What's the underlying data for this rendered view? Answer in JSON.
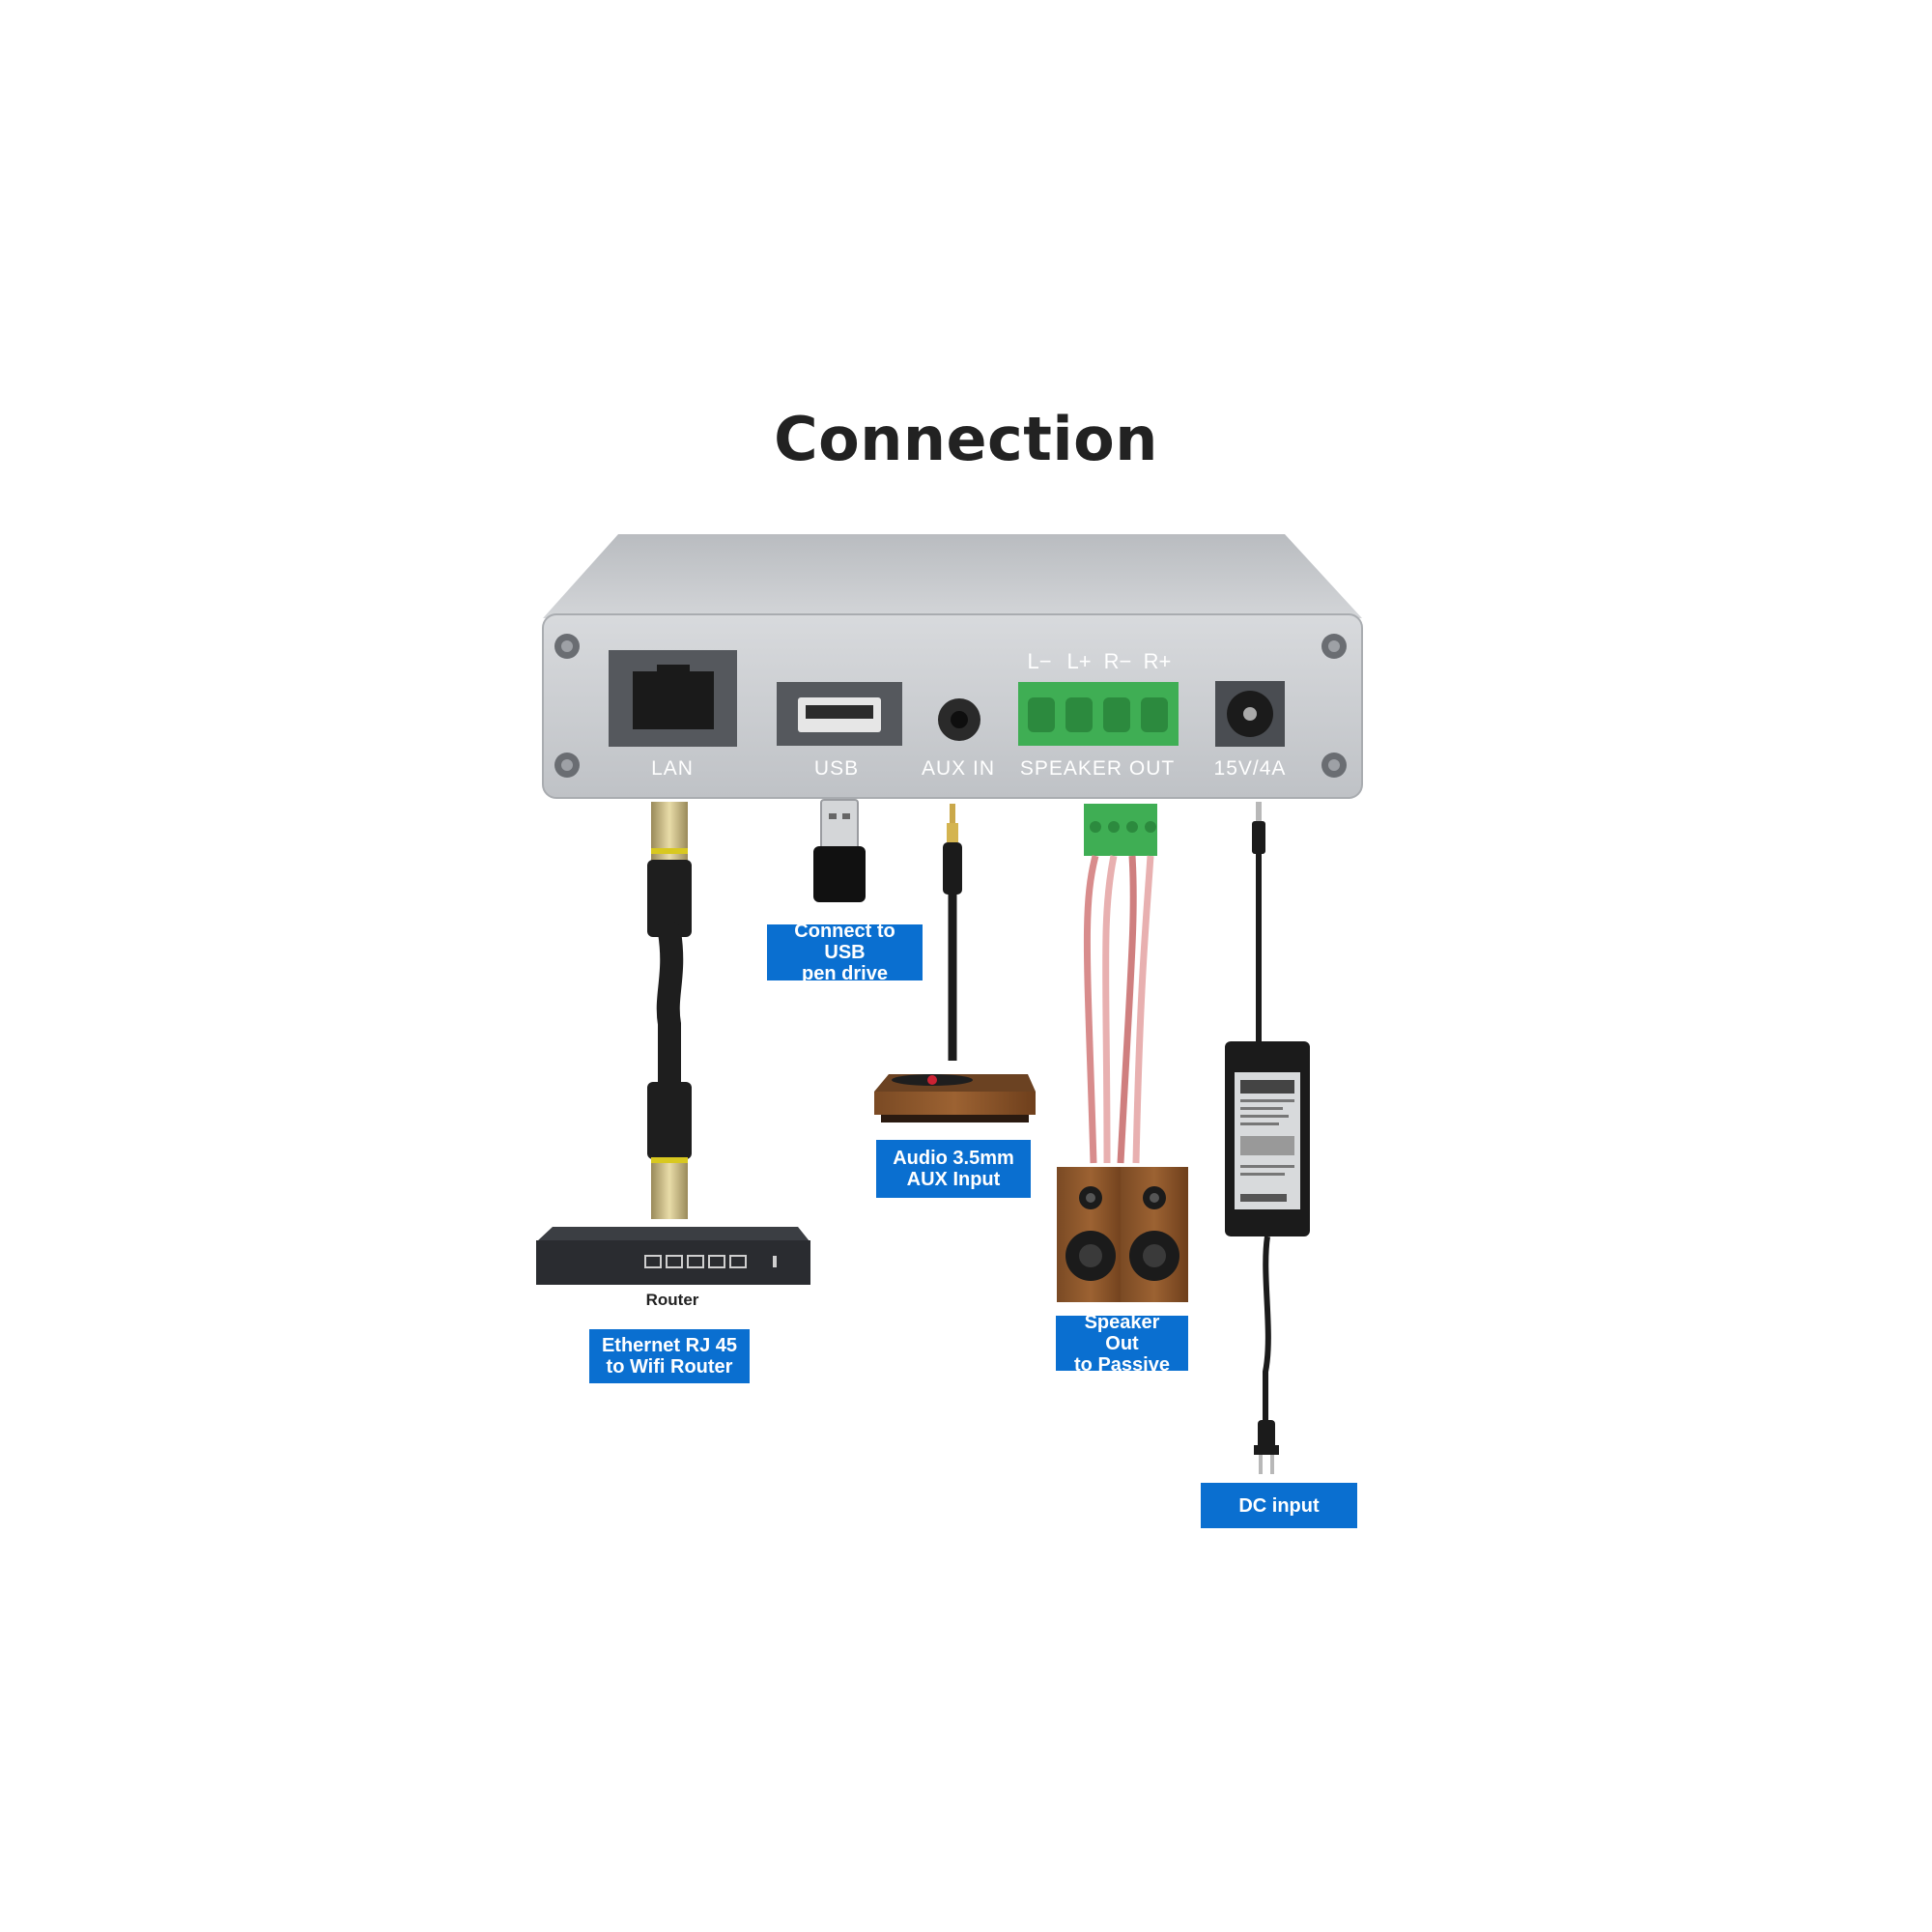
{
  "title": "Connection",
  "device": {
    "ports": {
      "lan": "LAN",
      "usb": "USB",
      "aux": "AUX IN",
      "speaker": "SPEAKER OUT",
      "power": "15V/4A"
    },
    "terminal_pins": [
      "L−",
      "L+",
      "R−",
      "R+"
    ]
  },
  "router_label": "Router",
  "callouts": {
    "ethernet": "Ethernet RJ 45\nto Wifi Router",
    "usb": "Connect to USB\npen drive",
    "aux": "Audio 3.5mm\nAUX Input",
    "speaker": "Speaker Out\nto Passive",
    "dc": "DC input"
  },
  "colors": {
    "callout_bg": "#0a6fd0",
    "terminal_green": "#3fae54",
    "chassis": "#c6c8cb"
  }
}
